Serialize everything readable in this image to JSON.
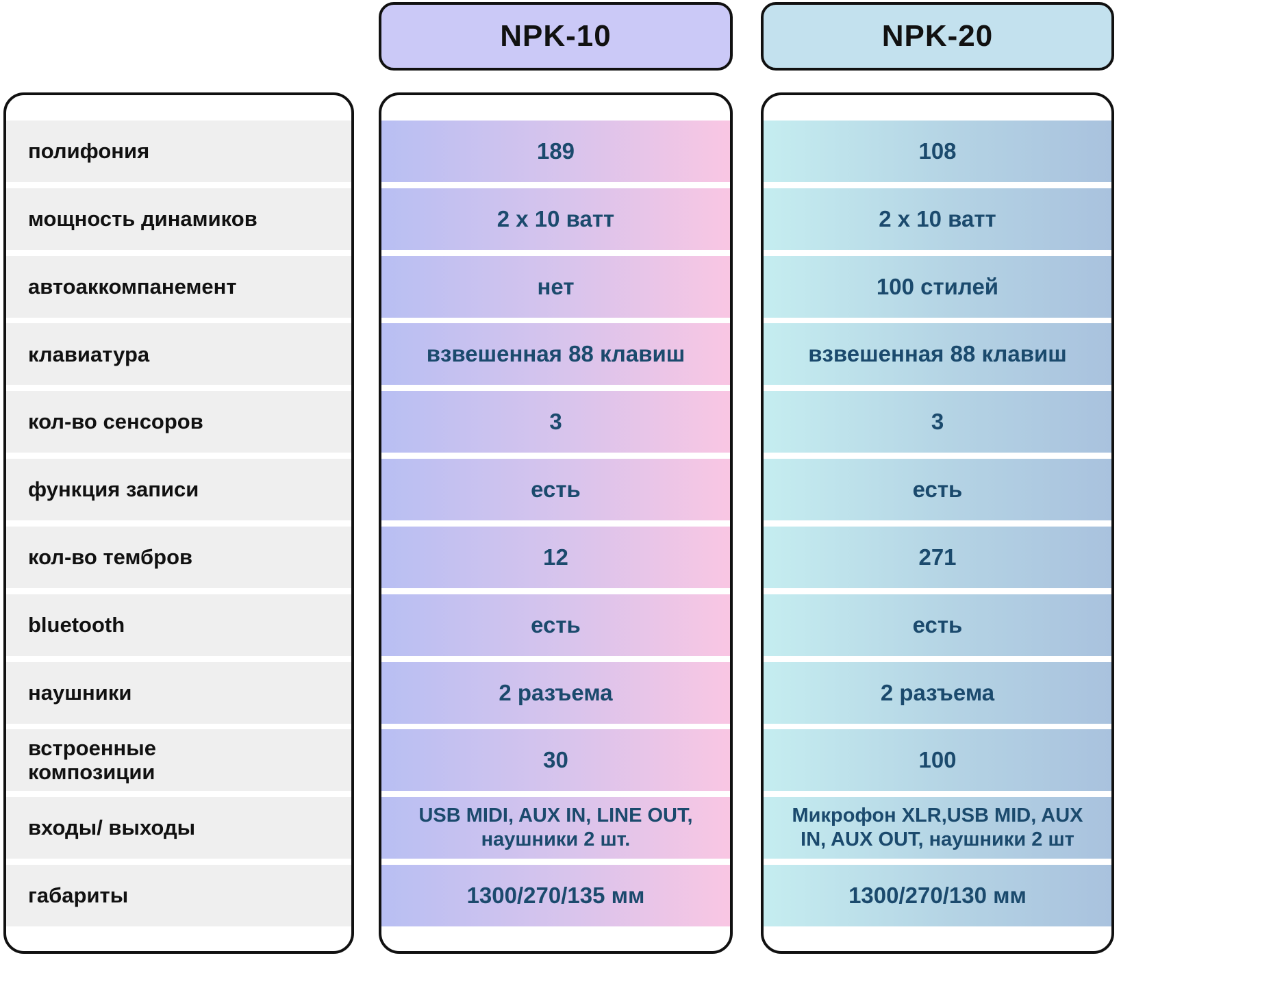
{
  "products": {
    "npk10": {
      "name": "NPK-10"
    },
    "npk20": {
      "name": "NPK-20"
    }
  },
  "rows": [
    {
      "label": "полифония",
      "npk10": "189",
      "npk20": "108"
    },
    {
      "label": "мощность динамиков",
      "npk10": "2 x 10 ватт",
      "npk20": "2 x 10 ватт"
    },
    {
      "label": "автоаккомпанемент",
      "npk10": "нет",
      "npk20": "100 стилей"
    },
    {
      "label": "клавиатура",
      "npk10": "взвешенная 88 клавиш",
      "npk20": "взвешенная 88 клавиш"
    },
    {
      "label": "кол-во сенсоров",
      "npk10": "3",
      "npk20": "3"
    },
    {
      "label": "функция записи",
      "npk10": "есть",
      "npk20": "есть"
    },
    {
      "label": "кол-во тембров",
      "npk10": "12",
      "npk20": "271"
    },
    {
      "label": "bluetooth",
      "npk10": "есть",
      "npk20": "есть"
    },
    {
      "label": "наушники",
      "npk10": "2 разъема",
      "npk20": "2 разъема"
    },
    {
      "label": "встроенные\nкомпозиции",
      "npk10": "30",
      "npk20": "100"
    },
    {
      "label": "входы/ выходы",
      "npk10": "USB MIDI, AUX IN, LINE OUT,\nнаушники 2 шт.",
      "npk20": "Микрофон XLR,USB MID, AUX\nIN, AUX OUT, наушники 2 шт"
    },
    {
      "label": "габариты",
      "npk10": "1300/270/135 мм",
      "npk20": "1300/270/130 мм"
    }
  ],
  "colors": {
    "npk10_badge": "#cbc9f7",
    "npk20_badge": "#c3e1ee",
    "npk10_row_gradient_start": "#b8bff3",
    "npk10_row_gradient_end": "#f9c6e3",
    "npk20_row_gradient_start": "#c5edf0",
    "npk20_row_gradient_end": "#a9c2de",
    "label_row_bg": "#efefef",
    "label_text": "#111111",
    "value_text": "#1b4a6d",
    "border": "#111111"
  }
}
